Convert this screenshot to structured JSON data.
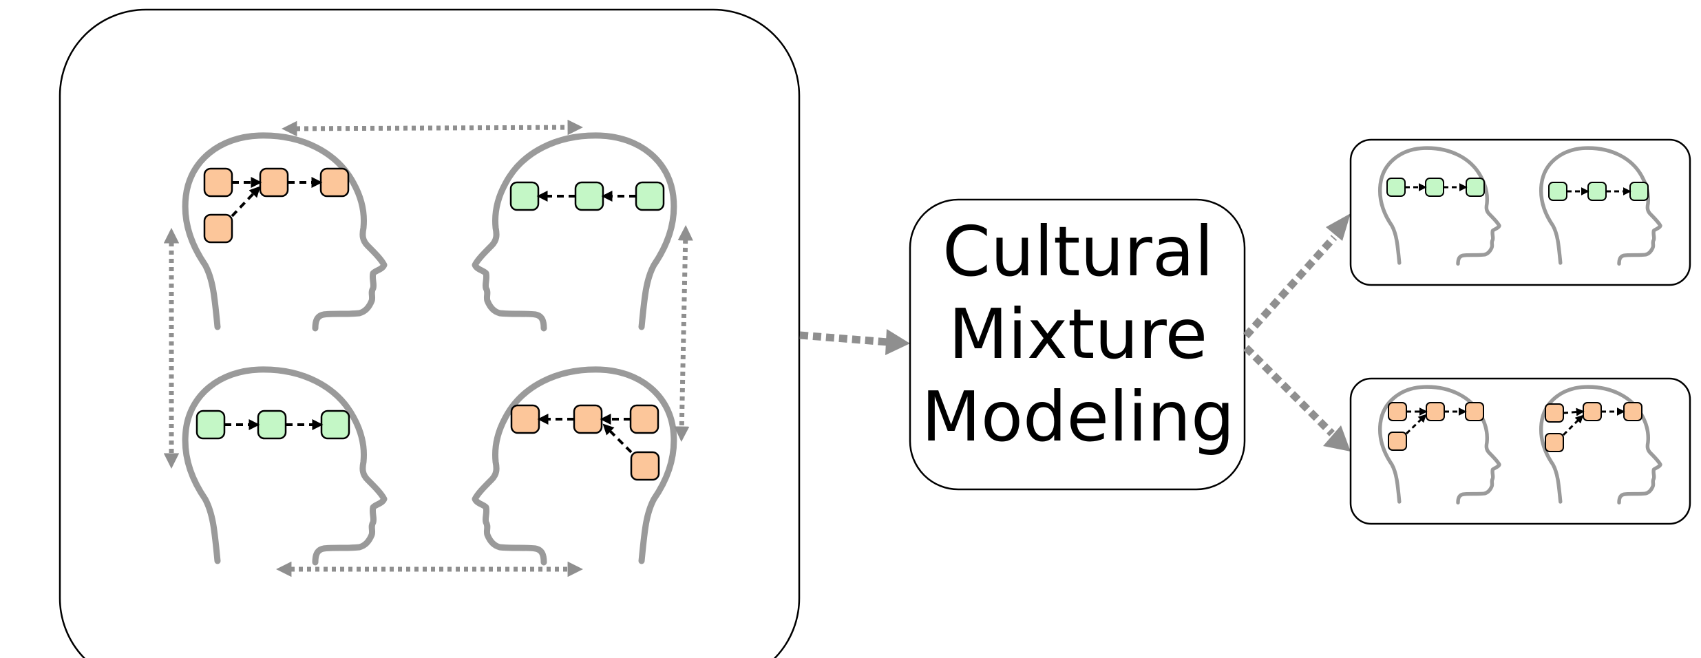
{
  "diagram": {
    "center_box": {
      "lines": [
        "Cultural",
        "Mixture",
        "Modeling"
      ]
    },
    "colors": {
      "orange_fill": "#fcc69a",
      "green_fill": "#c4f7c6",
      "arrow_gray": "#8f8f8f",
      "head_outline": "#9a9a9a",
      "border": "#000000"
    },
    "icons": [
      "head-outline-icon",
      "concept-node-icon",
      "dotted-arrow-icon"
    ]
  }
}
